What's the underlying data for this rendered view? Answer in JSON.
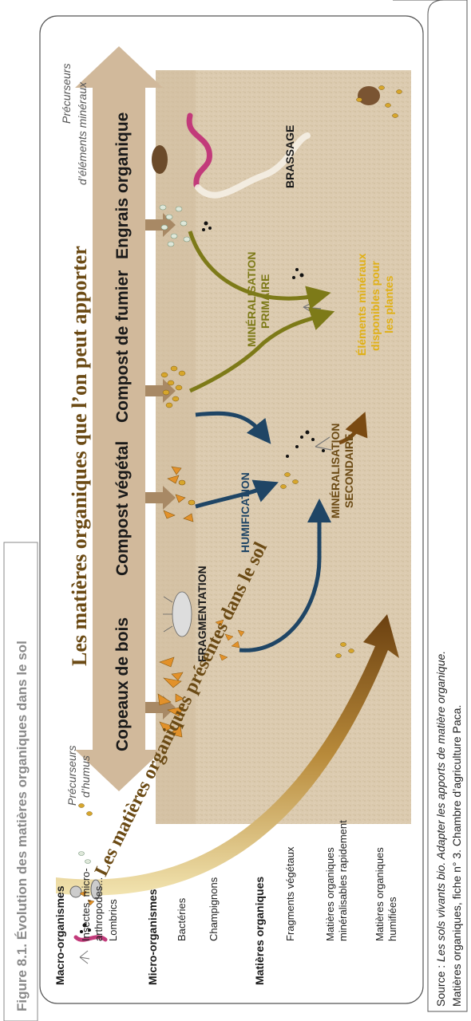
{
  "figure_title": "Figure 8.1. Évolution des matières organiques dans le sol",
  "source": {
    "line1_prefix": "Source : ",
    "line1_title": "Les sols vivants bio. Adapter les apports de matière organique.",
    "line2": "Matières organiques, fiche n° 3. Chambre d’agriculture Paca."
  },
  "top_banner": "Les matières organiques que l’on peut apporter",
  "bottom_banner": "Les matières organiques présentes dans le sol",
  "axis": {
    "left_label_1": "Précurseurs",
    "left_label_2": "d’humus",
    "right_label_1": "Précurseurs",
    "right_label_2": "d’éléments minéraux"
  },
  "inputs": [
    "Copeaux de bois",
    "Compost végétal",
    "Compost de fumier",
    "Engrais organique"
  ],
  "processes": {
    "fragmentation": "FRAGMENTATION",
    "humification": "HUMIFICATION",
    "min_secondaire_1": "MINÉRALISATION",
    "min_secondaire_2": "SECONDAIRE",
    "min_primaire_1": "MINÉRALISATION",
    "min_primaire_2": "PRIMAIRE",
    "brassage": "BRASSAGE"
  },
  "outcome": [
    "Éléments minéraux",
    "disponibles pour",
    "les plantes"
  ],
  "legend": {
    "macro_title": "Macro-organismes",
    "insects_1": "Insectes, micro-",
    "insects_2": "arthropodes...",
    "lombrics": "Lombrics",
    "micro_title": "Micro-organismes",
    "bacteries": "Bactéries",
    "champignons": "Champignons",
    "mo_title": "Matières organiques",
    "fragments": "Fragments végétaux",
    "mineralisables_1": "Matières organiques",
    "mineralisables_2": "minéralisables rapidement",
    "humifiees_1": "Matières organiques",
    "humifiees_2": "humifiées"
  },
  "colors": {
    "soil": "#d9c8ac",
    "soil_dark": "#c9b592",
    "axis_arrow": "#cdb496",
    "blue_arrow": "#1f4565",
    "olive_arrow": "#7d7a18",
    "brown_arrow": "#7a4a12",
    "banner_text": "#6b4a14",
    "yellow_label": "#e0b016",
    "worm": "#c23a7a",
    "orange_fragment": "#e2912a",
    "humified": "#d7a62c"
  }
}
